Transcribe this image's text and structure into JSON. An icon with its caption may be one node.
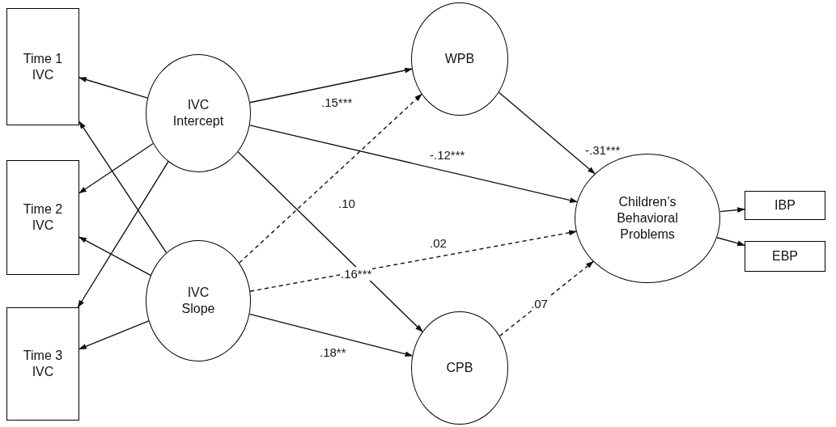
{
  "diagram": {
    "nodes": [
      {
        "text": [
          "Time 1 IVC"
        ]
      },
      {
        "text": [
          "Time 2 IVC"
        ]
      },
      {
        "text": [
          "Time 3 IVC"
        ]
      },
      {
        "text": [
          "IVC Intercept"
        ]
      },
      {
        "text": [
          "IVC Slope"
        ]
      },
      {
        "text": [
          "WPB"
        ]
      },
      {
        "text": [
          "CPB"
        ]
      },
      {
        "text": [
          "Children’s Behavioral Problems"
        ]
      },
      {
        "text": [
          "IBP"
        ]
      },
      {
        "text": [
          "EBP"
        ]
      }
    ],
    "edges": [
      {
        "from": 3,
        "to": 0,
        "arrow": "to"
      },
      {
        "from": 3,
        "to": 1,
        "arrow": "to"
      },
      {
        "from": 3,
        "to": 2,
        "arrow": "to"
      },
      {
        "from": 4,
        "to": 0,
        "arrow": "to"
      },
      {
        "from": 4,
        "to": 1,
        "arrow": "to"
      },
      {
        "from": 4,
        "to": 2,
        "arrow": "to"
      },
      {
        "from": 3,
        "to": 5,
        "arrow": "to",
        "label": ".15***"
      },
      {
        "from": 3,
        "to": 7,
        "arrow": "to",
        "label": "-.12***"
      },
      {
        "from": 3,
        "to": 6,
        "arrow": "to",
        "label": ".16***"
      },
      {
        "from": 4,
        "to": 5,
        "arrow": "to",
        "label": ".10",
        "style": "dashed"
      },
      {
        "from": 4,
        "to": 7,
        "arrow": "to",
        "label": ".02",
        "style": "dashed"
      },
      {
        "from": 4,
        "to": 6,
        "arrow": "to",
        "label": ".18**"
      },
      {
        "from": 5,
        "to": 7,
        "arrow": "to",
        "label": "-.31***"
      },
      {
        "from": 6,
        "to": 7,
        "arrow": "to",
        "label": ".07",
        "style": "dashed"
      },
      {
        "from": 7,
        "to": 8,
        "arrow": "to"
      },
      {
        "from": 7,
        "to": 9,
        "arrow": "to"
      }
    ]
  }
}
